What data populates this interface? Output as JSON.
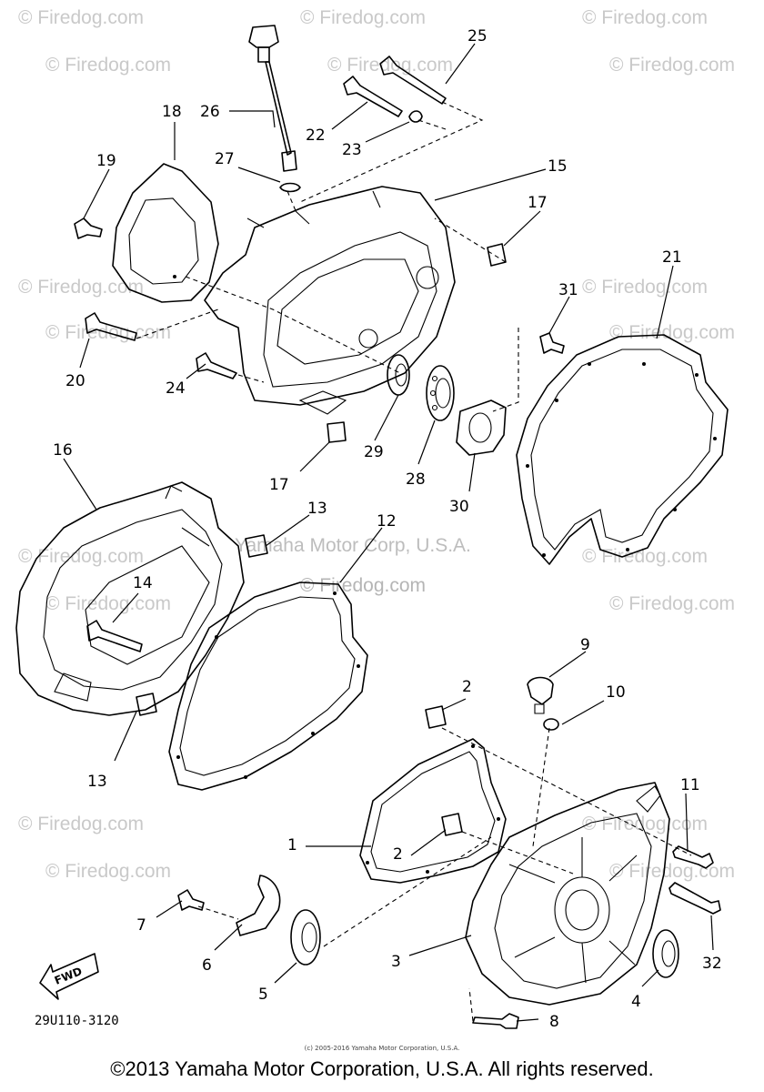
{
  "watermarks": {
    "repeat_text": "© Firedog.com",
    "center_line1": "Yamaha Motor Corp, U.S.A.",
    "center_line2": "© Firedog.com"
  },
  "callouts": [
    "1",
    "2",
    "2",
    "3",
    "4",
    "5",
    "6",
    "7",
    "8",
    "9",
    "10",
    "11",
    "12",
    "13",
    "13",
    "14",
    "15",
    "16",
    "17",
    "17",
    "18",
    "19",
    "20",
    "21",
    "22",
    "23",
    "24",
    "25",
    "26",
    "27",
    "28",
    "29",
    "30",
    "31",
    "32"
  ],
  "fwd_label": "FWD",
  "part_code": "29U110-3120",
  "small_copyright": "(c) 2005-2016 Yamaha Motor Corporation, U.S.A.",
  "copyright": "©2013 Yamaha Motor Corporation, U.S.A. All rights reserved."
}
